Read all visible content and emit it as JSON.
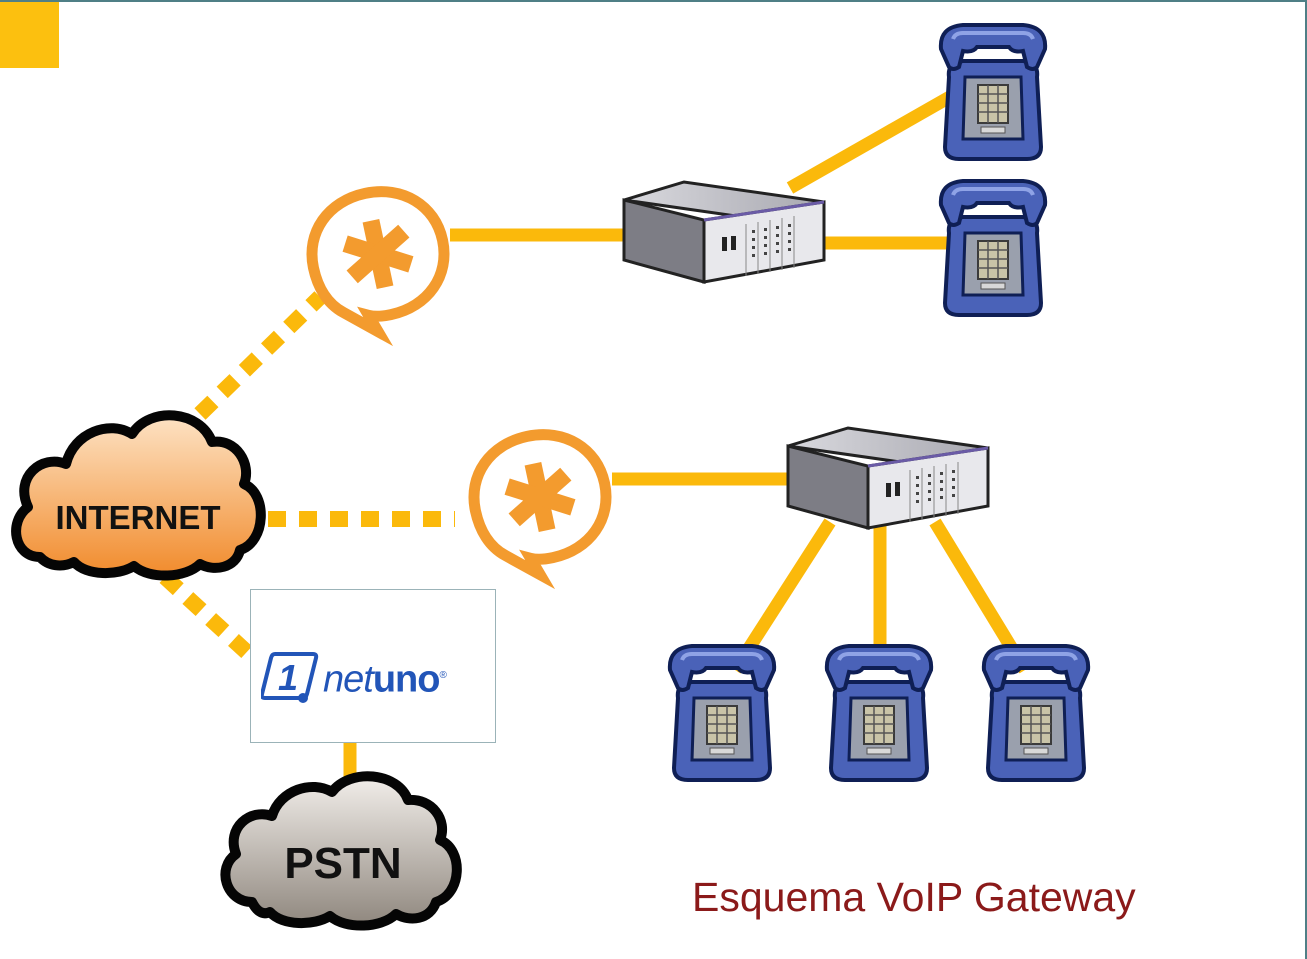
{
  "caption": "Esquema VoIP Gateway",
  "clouds": {
    "internet": {
      "label": "INTERNET"
    },
    "pstn": {
      "label": "PSTN"
    }
  },
  "provider_logo": {
    "digit": "1",
    "net": "net",
    "uno": "uno",
    "reg_mark": "®"
  },
  "colors": {
    "link": "#fbb90b",
    "asterisk": "#f39b2e",
    "corner_square": "#fcc00f",
    "caption": "#8b1a1a",
    "frame": "#4f7f86",
    "phone_body": "#4a62b8",
    "phone_outline": "#0f1f55",
    "logo_blue": "#2255b8",
    "internet_cloud": "#f7a45a",
    "pstn_cloud": "#b0a89f"
  },
  "icons": [
    "asterisk-pbx-icon",
    "voip-gateway-icon",
    "telephone-icon",
    "cloud-icon"
  ]
}
